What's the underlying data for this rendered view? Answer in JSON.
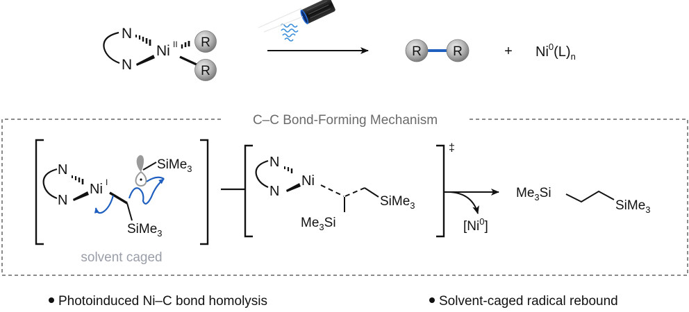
{
  "scheme": {
    "reactant": {
      "ligand_atoms": [
        "N",
        "N"
      ],
      "metal": "Ni",
      "metal_oxidation": "II",
      "substituents": [
        "R",
        "R"
      ]
    },
    "condition": {
      "icon": "led-lamp-light-icon",
      "light_color": "#3a8fd8"
    },
    "products": {
      "coupled": [
        "R",
        "R"
      ],
      "bond_color": "#1f5fbf",
      "plus": "+",
      "nickel_species": {
        "metal": "Ni",
        "superscript": "0",
        "ligand": "(L)",
        "subscript": "n"
      }
    }
  },
  "mechanism": {
    "title": "C–C Bond-Forming Mechanism",
    "box_border_color": "#8a8a8a",
    "caged_complex": {
      "ligand_atoms": [
        "N",
        "N"
      ],
      "metal": "Ni",
      "metal_oxidation": "I",
      "groups": [
        {
          "text": "SiMe",
          "sub": "3"
        },
        {
          "text": "SiMe",
          "sub": "3"
        }
      ],
      "label": "solvent caged",
      "label_color": "#9a9ea8",
      "arrow_color": "#1f5fbf"
    },
    "transition_state": {
      "ligand_atoms": [
        "N",
        "N"
      ],
      "metal": "Ni",
      "groups": [
        {
          "text": "SiMe",
          "sub": "3"
        },
        {
          "pre": "Me",
          "sub": "3",
          "text": "Si"
        }
      ],
      "dagger": "‡"
    },
    "byproduct": {
      "open": "[Ni",
      "superscript": "0",
      "close": "]"
    },
    "product": {
      "left": {
        "pre": "Me",
        "sub": "3",
        "text": "Si"
      },
      "right": {
        "text": "SiMe",
        "sub": "3"
      }
    }
  },
  "bullets": [
    "Photoinduced Ni–C bond homolysis",
    "Solvent-caged radical rebound"
  ]
}
